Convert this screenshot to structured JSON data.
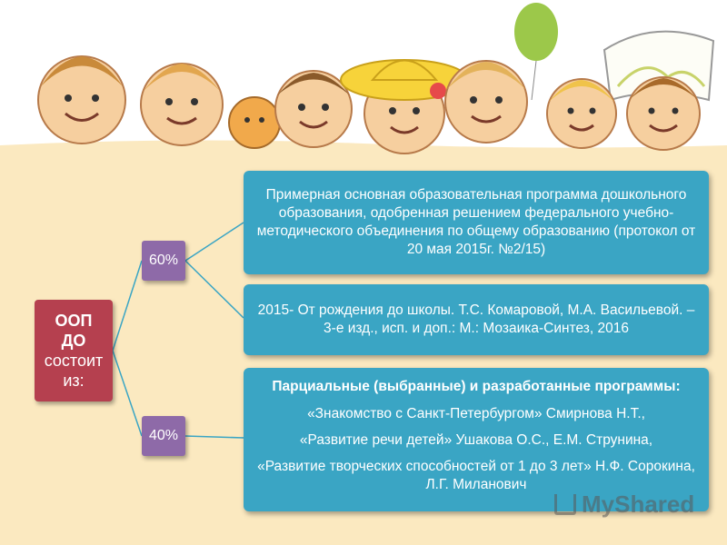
{
  "diagram": {
    "root": {
      "line1": "ООП",
      "line2": "ДО",
      "line3": "состоит",
      "line4": "из:"
    },
    "branches": [
      {
        "percent": "60%",
        "boxes": [
          {
            "text": "Примерная основная образовательная программа дошкольного образования, одобренная решением федерального учебно-методического объединения по общему образованию (протокол от 20 мая 2015г. №2/15)"
          },
          {
            "text": "2015- От рождения до школы. Т.С. Комаровой, М.А. Васильевой. – 3-е изд., исп. и доп.: М.: Мозаика-Синтез, 2016"
          }
        ]
      },
      {
        "percent": "40%",
        "boxes": [
          {
            "heading": "Парциальные (выбранные) и разработанные программы:",
            "items": [
              "«Знакомство с Санкт-Петербургом» Смирнова Н.Т.,",
              "«Развитие речи детей» Ушакова О.С., Е.М. Струнина,",
              "«Развитие творческих способностей от 1 до 3 лет» Н.Ф. Сорокина, Л.Г. Миланович"
            ]
          }
        ]
      }
    ],
    "colors": {
      "root": "#b5404f",
      "percent": "#8e6aa8",
      "info": "#3aa5c4",
      "background": "#fbe9c0"
    }
  },
  "watermark": {
    "text": "MyShared",
    "icon": "cart-icon"
  }
}
